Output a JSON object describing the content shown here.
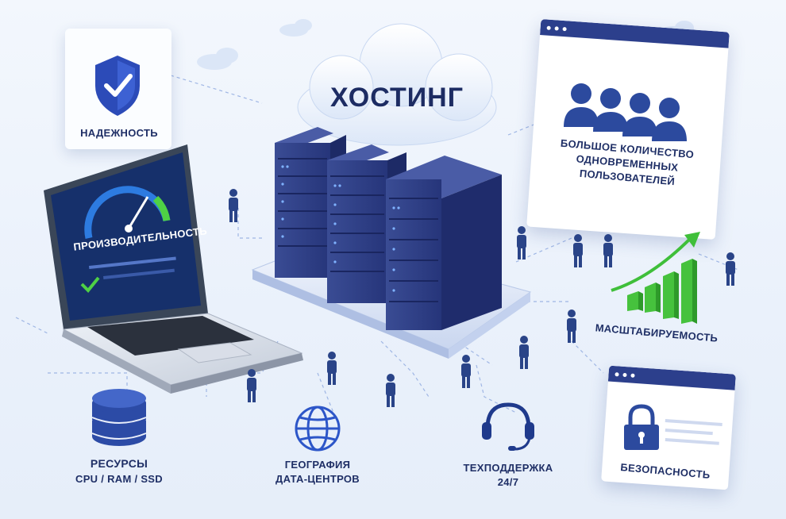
{
  "title": "ХОСТИНГ",
  "features": {
    "reliability": "НАДЕЖНОСТЬ",
    "performance": "ПРОИЗВОДИТЕЛЬНОСТЬ",
    "many_users_line1": "БОЛЬШОЕ КОЛИЧЕСТВО",
    "many_users_line2": "ОДНОВРЕМЕННЫХ",
    "many_users_line3": "ПОЛЬЗОВАТЕЛЕЙ",
    "scalability": "МАСШТАБИРУЕМОСТЬ",
    "resources_line1": "РЕСУРСЫ",
    "resources_line2": "CPU / RAM / SSD",
    "geography_line1": "ГЕОГРАФИЯ",
    "geography_line2": "ДАТА-ЦЕНТРОВ",
    "support_line1": "ТЕХПОДДЕРЖКА",
    "support_line2": "24/7",
    "security": "БЕЗОПАСНОСТЬ"
  },
  "icons": {
    "cloud": "cloud-icon",
    "shield": "shield-check-icon",
    "speedometer": "speedometer-icon",
    "database": "database-icon",
    "globe": "globe-icon",
    "headset": "headset-icon",
    "lock": "lock-icon",
    "users": "users-group-icon",
    "growth": "growth-chart-icon"
  },
  "colors": {
    "navy": "#1f2f66",
    "accent_blue": "#2d56c8",
    "green": "#3fbf3a",
    "server": "#2a3a78"
  }
}
